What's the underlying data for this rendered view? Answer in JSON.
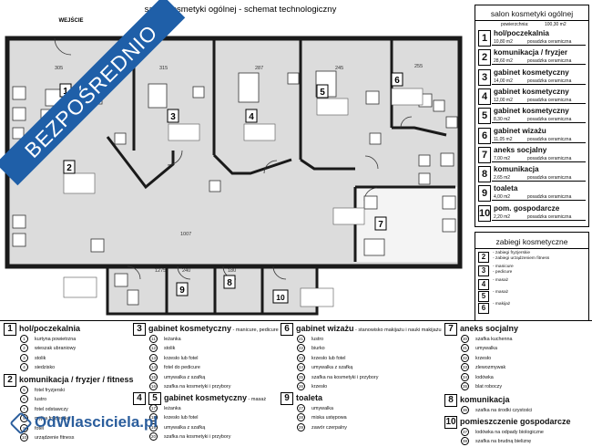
{
  "plan": {
    "title": "salon kosmetyki ogólnej - schemat technologiczny",
    "entrance": "WEJŚCIE",
    "dimensions": [
      "305",
      "315",
      "287",
      "245",
      "1007",
      "255",
      "1275",
      "180",
      "240"
    ],
    "room_labels": [
      "1",
      "2",
      "3",
      "4",
      "5",
      "6",
      "7",
      "8",
      "9",
      "10"
    ],
    "watermark": "BEZPOŚREDNIO",
    "brand": "OdWlasciciela.pl"
  },
  "room_table": {
    "title": "salon kosmetyki ogólnej",
    "area_label": "powierzchnia:",
    "area_value": "100,30 m2",
    "rooms": [
      {
        "num": "1",
        "name": "hol/poczekalnia",
        "area": "10,80 m2",
        "floor": "posadzka ceramiczna"
      },
      {
        "num": "2",
        "name": "komunikacja / fryzjer",
        "area": "28,60 m2",
        "floor": "posadzka ceramiczna"
      },
      {
        "num": "3",
        "name": "gabinet kosmetyczny",
        "area": "14,00 m2",
        "floor": "posadzka ceramiczna"
      },
      {
        "num": "4",
        "name": "gabinet kosmetyczny",
        "area": "12,00 m2",
        "floor": "posadzka ceramiczna"
      },
      {
        "num": "5",
        "name": "gabinet kosmetyczny",
        "area": "8,30 m2",
        "floor": "posadzka ceramiczna"
      },
      {
        "num": "6",
        "name": "gabinet wizażu",
        "area": "11,05 m2",
        "floor": "posadzka ceramiczna"
      },
      {
        "num": "7",
        "name": "aneks socjalny",
        "area": "7,00 m2",
        "floor": "posadzka ceramiczna"
      },
      {
        "num": "8",
        "name": "komunikacja",
        "area": "2,65 m2",
        "floor": "posadzka ceramiczna"
      },
      {
        "num": "9",
        "name": "toaleta",
        "area": "4,00 m2",
        "floor": "posadzka ceramiczna"
      },
      {
        "num": "10",
        "name": "pom. gospodarcze",
        "area": "2,20 m2",
        "floor": "posadzka ceramiczna"
      }
    ]
  },
  "treatments": {
    "title": "zabiegi kosmetyczne",
    "rows": [
      {
        "num": "2",
        "lines": [
          "- zabiegi fryzjerskie",
          "- zabiegi urządzeniem fitness"
        ]
      },
      {
        "num": "3",
        "lines": [
          "- manicure",
          "- pedicure"
        ]
      },
      {
        "num": "4",
        "lines": [
          "- masaż"
        ]
      },
      {
        "num": "5",
        "lines": [
          "- masaż"
        ]
      },
      {
        "num": "6",
        "lines": [
          "- makijaż"
        ]
      }
    ]
  },
  "legend": {
    "col1": [
      {
        "num": "1",
        "title": "hol/poczekalnia",
        "sub": "",
        "items": [
          [
            "1",
            "kurtyna powietrzna"
          ],
          [
            "2",
            "wieszak ubraniowy"
          ],
          [
            "3",
            "stolik"
          ],
          [
            "4",
            "siedzisko"
          ]
        ]
      },
      {
        "num": "2",
        "title": "komunikacja / fryzjer / fitness",
        "sub": "",
        "items": [
          [
            "5",
            "fotel fryzjerski"
          ],
          [
            "6",
            "lustro"
          ],
          [
            "7",
            "fotel odstawczy"
          ],
          [
            "8",
            "myjka fryzjerska"
          ],
          [
            "9",
            "fotel"
          ],
          [
            "10",
            "urządzenie fitness"
          ]
        ]
      }
    ],
    "col2": [
      {
        "num": "3",
        "title": "gabinet kosmetyczny",
        "sub": " - manicure, pedicure",
        "items": [
          [
            "11",
            "leżanka"
          ],
          [
            "12",
            "stolik"
          ],
          [
            "13",
            "krzesło lub fotel"
          ],
          [
            "14",
            "fotel do pedicure"
          ],
          [
            "15",
            "umywalka z szafką"
          ],
          [
            "16",
            "szafka na kosmetyki i przybory"
          ]
        ]
      },
      {
        "num": "4",
        "num2": "5",
        "title": "gabinet kosmetyczny",
        "sub": " - masaż",
        "items": [
          [
            "17",
            "leżanka"
          ],
          [
            "18",
            "krzesło lub fotel"
          ],
          [
            "19",
            "umywalka z szafką"
          ],
          [
            "20",
            "szafka na kosmetyki i przybory"
          ]
        ]
      }
    ],
    "col3": [
      {
        "num": "6",
        "title": "gabinet wizażu",
        "sub": " - stanowisko makijażu i nauki makijażu",
        "items": [
          [
            "21",
            "lustro"
          ],
          [
            "22",
            "biurko"
          ],
          [
            "23",
            "krzesło lub fotel"
          ],
          [
            "24",
            "umywalka z szafką"
          ],
          [
            "25",
            "szafka na kosmetyki i przybory"
          ],
          [
            "26",
            "krzesło"
          ]
        ]
      },
      {
        "num": "9",
        "title": "toaleta",
        "sub": "",
        "items": [
          [
            "27",
            "umywalka"
          ],
          [
            "28",
            "miska ustępowa"
          ],
          [
            "29",
            "zawór czerpalny"
          ]
        ]
      }
    ],
    "col4": [
      {
        "num": "7",
        "title": "aneks socjalny",
        "sub": "",
        "items": [
          [
            "30",
            "szafka kuchenna"
          ],
          [
            "31",
            "umywalka"
          ],
          [
            "32",
            "krzesło"
          ],
          [
            "33",
            "zlewozmywak"
          ],
          [
            "34",
            "lodówka"
          ],
          [
            "35",
            "blat roboczy"
          ]
        ]
      },
      {
        "num": "8",
        "title": "komunikacja",
        "sub": "",
        "items": [
          [
            "36",
            "szafka na środki czystości"
          ]
        ]
      },
      {
        "num": "10",
        "title": "pomieszczenie gospodarcze",
        "sub": "",
        "items": [
          [
            "37",
            "lodówka na odpady biologiczne"
          ],
          [
            "38",
            "szafka na brudną bieliznę"
          ]
        ]
      }
    ]
  },
  "colors": {
    "floor": "#dcdcdc",
    "wall": "#1a1a1a",
    "watermark": "#1f5fa8",
    "brand": "#2a5d9c",
    "room_tag": "#555555"
  }
}
